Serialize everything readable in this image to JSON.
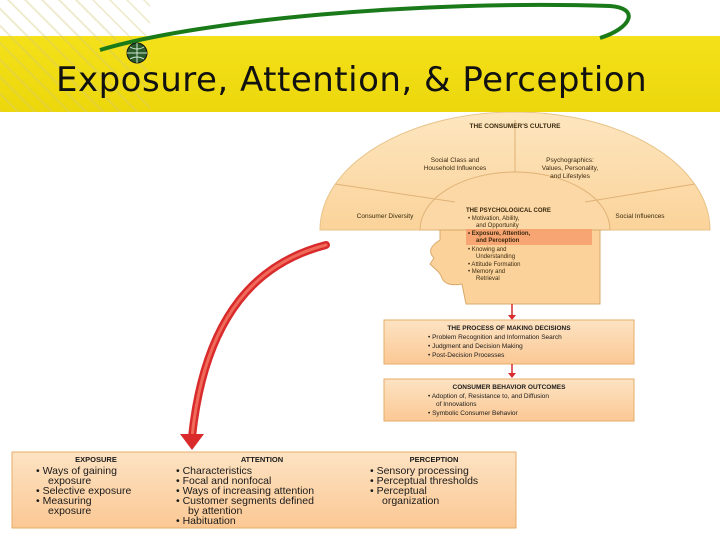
{
  "slide_title": "Exposure, Attention, & Perception",
  "colors": {
    "band": "#f0dc10",
    "fan_outer": "#fde9c4",
    "fan_inner": "#fbd9a0",
    "box_fill": "#fcd9b0",
    "highlight": "#f7a070",
    "arrow_red": "#d92b2b"
  },
  "culture": {
    "heading": "THE CONSUMER'S CULTURE",
    "social_class_1": "Social Class and",
    "social_class_2": "Household Influences",
    "psycho_1": "Psychographics:",
    "psycho_2": "Values, Personality,",
    "psycho_3": "and Lifestyles",
    "diversity": "Consumer Diversity",
    "social_influences": "Social Influences"
  },
  "core": {
    "heading": "THE PSYCHOLOGICAL CORE",
    "item1a": "• Motivation, Ability,",
    "item1b": "and Opportunity",
    "item2a": "• Exposure, Attention,",
    "item2b": "and Perception",
    "item3a": "• Knowing and",
    "item3b": "Understanding",
    "item4": "• Attitude Formation",
    "item5a": "• Memory and",
    "item5b": "Retrieval"
  },
  "decisions": {
    "heading": "THE PROCESS OF MAKING DECISIONS",
    "item1": "• Problem Recognition and Information Search",
    "item2": "• Judgment and Decision Making",
    "item3": "• Post-Decision Processes"
  },
  "outcomes": {
    "heading": "CONSUMER BEHAVIOR OUTCOMES",
    "item1a": "• Adoption of, Resistance to, and Diffusion",
    "item1b": "of Innovations",
    "item2": "• Symbolic Consumer Behavior"
  },
  "bottom": {
    "exposure_heading": "EXPOSURE",
    "exposure_1a": "• Ways of gaining",
    "exposure_1b": "exposure",
    "exposure_2": "• Selective exposure",
    "exposure_3a": "• Measuring",
    "exposure_3b": "exposure",
    "attention_heading": "ATTENTION",
    "attention_1": "• Characteristics",
    "attention_2": "• Focal and nonfocal",
    "attention_3": "• Ways of increasing attention",
    "attention_4a": "• Customer segments defined",
    "attention_4b": "by attention",
    "attention_5": "• Habituation",
    "perception_heading": "PERCEPTION",
    "perception_1": "• Sensory processing",
    "perception_2": "• Perceptual thresholds",
    "perception_3a": "• Perceptual",
    "perception_3b": "organization"
  }
}
